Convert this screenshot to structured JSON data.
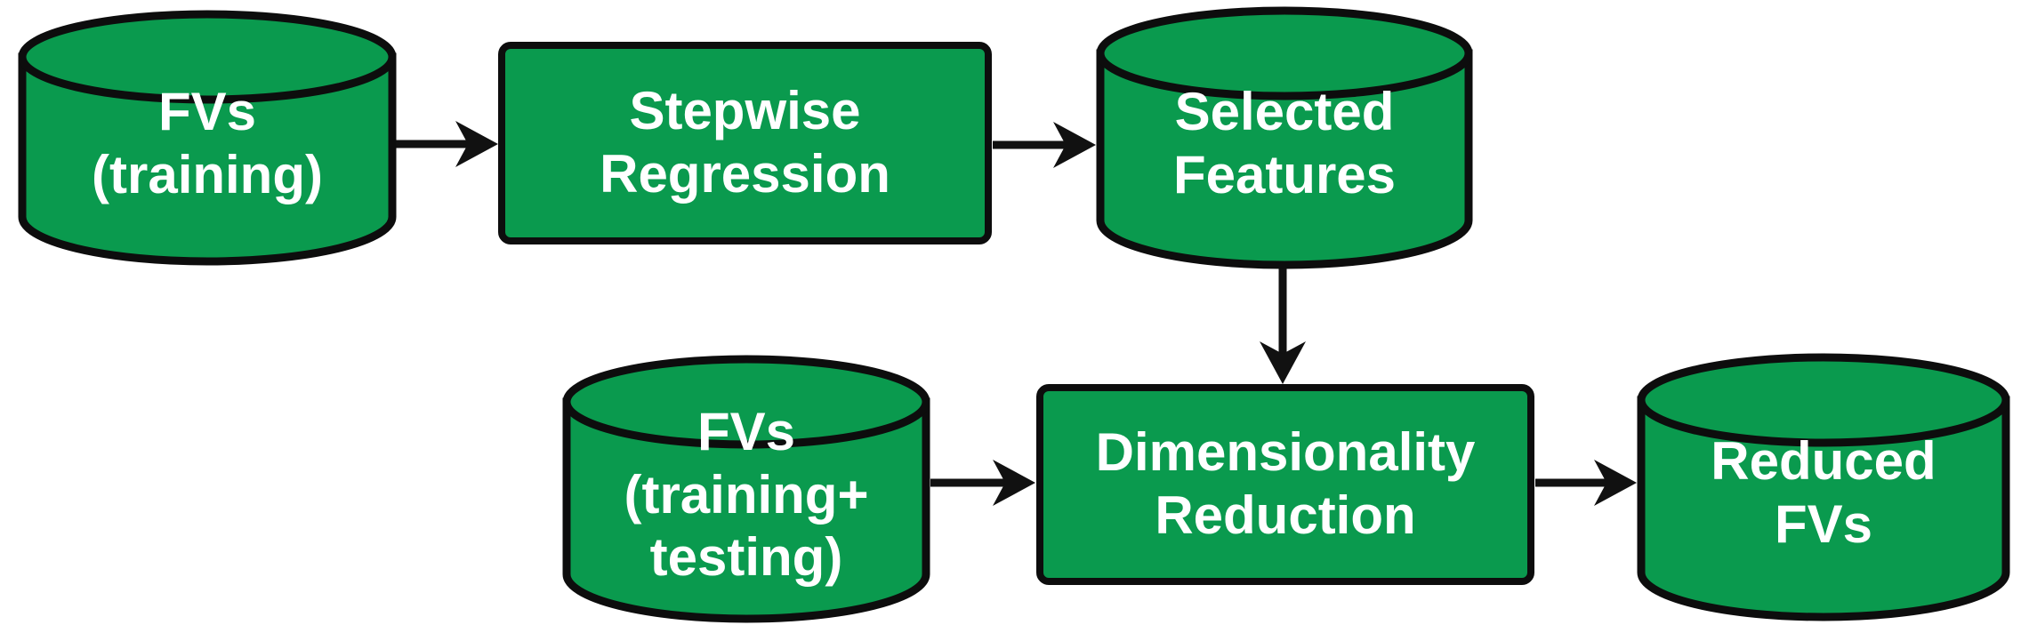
{
  "diagram": {
    "description": "Feature selection and dimensionality reduction pipeline flowchart",
    "nodes": {
      "fvs_training": {
        "label": "FVs\n(training)",
        "shape": "datastore-cylinder"
      },
      "stepwise_regression": {
        "label": "Stepwise\nRegression",
        "shape": "process-rectangle"
      },
      "selected_features": {
        "label": "Selected\nFeatures",
        "shape": "datastore-cylinder"
      },
      "fvs_training_testing": {
        "label": "FVs\n(training+\ntesting)",
        "shape": "datastore-cylinder"
      },
      "dimensionality_reduction": {
        "label": "Dimensionality\nReduction",
        "shape": "process-rectangle"
      },
      "reduced_fvs": {
        "label": "Reduced\nFVs",
        "shape": "datastore-cylinder"
      }
    },
    "edges": [
      {
        "from": "fvs_training",
        "to": "stepwise_regression",
        "direction": "right"
      },
      {
        "from": "stepwise_regression",
        "to": "selected_features",
        "direction": "right"
      },
      {
        "from": "selected_features",
        "to": "dimensionality_reduction",
        "direction": "down"
      },
      {
        "from": "fvs_training_testing",
        "to": "dimensionality_reduction",
        "direction": "right"
      },
      {
        "from": "dimensionality_reduction",
        "to": "reduced_fvs",
        "direction": "right"
      }
    ],
    "colors": {
      "node_fill": "#0a9a4e",
      "node_stroke": "#0d0d0d",
      "label_text": "#ffffff",
      "background": "#ffffff",
      "arrow": "#111111"
    }
  }
}
